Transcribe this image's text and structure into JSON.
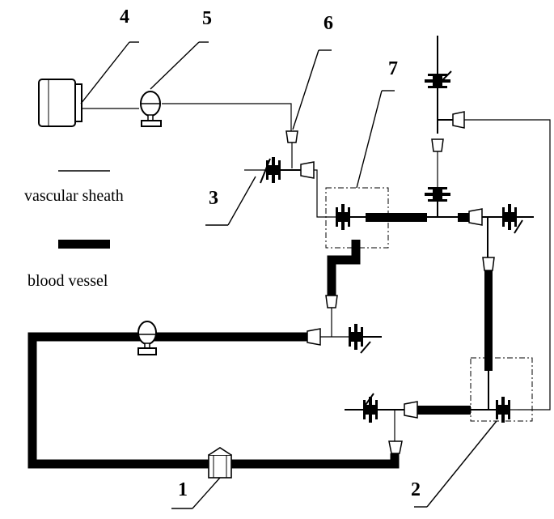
{
  "labels": {
    "n1": "1",
    "n2": "2",
    "n3": "3",
    "n4": "4",
    "n5": "5",
    "n6": "6",
    "n7": "7"
  },
  "legend": {
    "sheath_label": "vascular sheath",
    "vessel_label": "blood vessel"
  },
  "colors": {
    "line": "#000000",
    "background": "#ffffff"
  }
}
